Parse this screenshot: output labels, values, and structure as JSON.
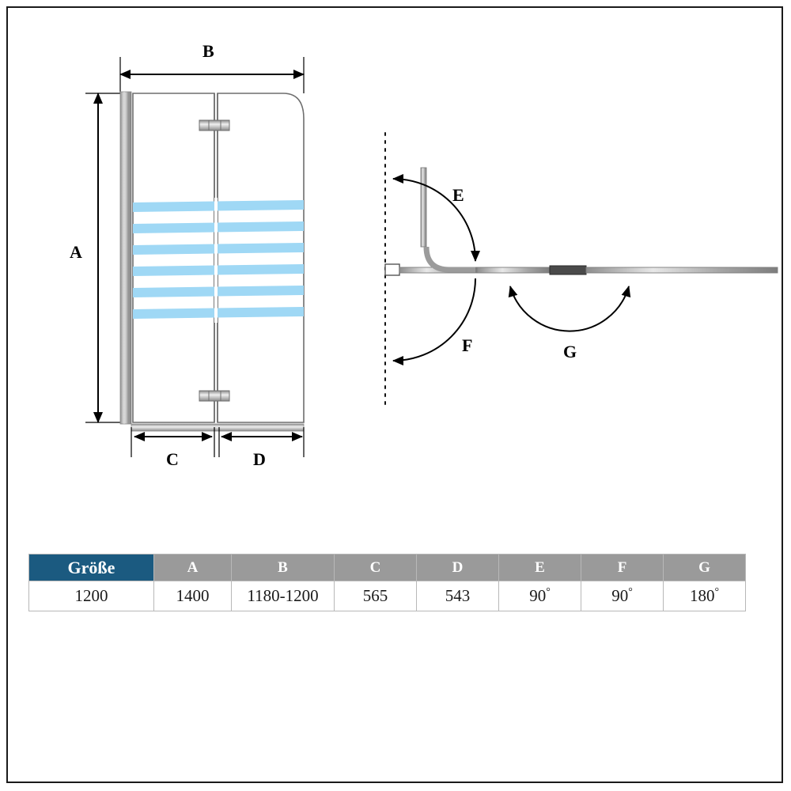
{
  "diagram": {
    "front_view": {
      "labels": [
        {
          "key": "A",
          "text": "A"
        },
        {
          "key": "B",
          "text": "B"
        },
        {
          "key": "C",
          "text": "C"
        },
        {
          "key": "D",
          "text": "D"
        }
      ]
    },
    "top_view": {
      "labels": [
        {
          "key": "E",
          "text": "E"
        },
        {
          "key": "F",
          "text": "F"
        },
        {
          "key": "G",
          "text": "G"
        }
      ]
    },
    "colors": {
      "glass_stripe": "#9fd8f5",
      "outline": "#333333",
      "metal": "#9b9b9b",
      "accent": "#1b5a80"
    }
  },
  "table": {
    "headers": [
      "Größe",
      "A",
      "B",
      "C",
      "D",
      "E",
      "F",
      "G"
    ],
    "rows": [
      {
        "size": "1200",
        "a": "1400",
        "b": "1180-1200",
        "c": "565",
        "d": "543",
        "e": "90",
        "e_unit": "°",
        "f": "90",
        "f_unit": "°",
        "g": "180",
        "g_unit": "°"
      }
    ]
  }
}
